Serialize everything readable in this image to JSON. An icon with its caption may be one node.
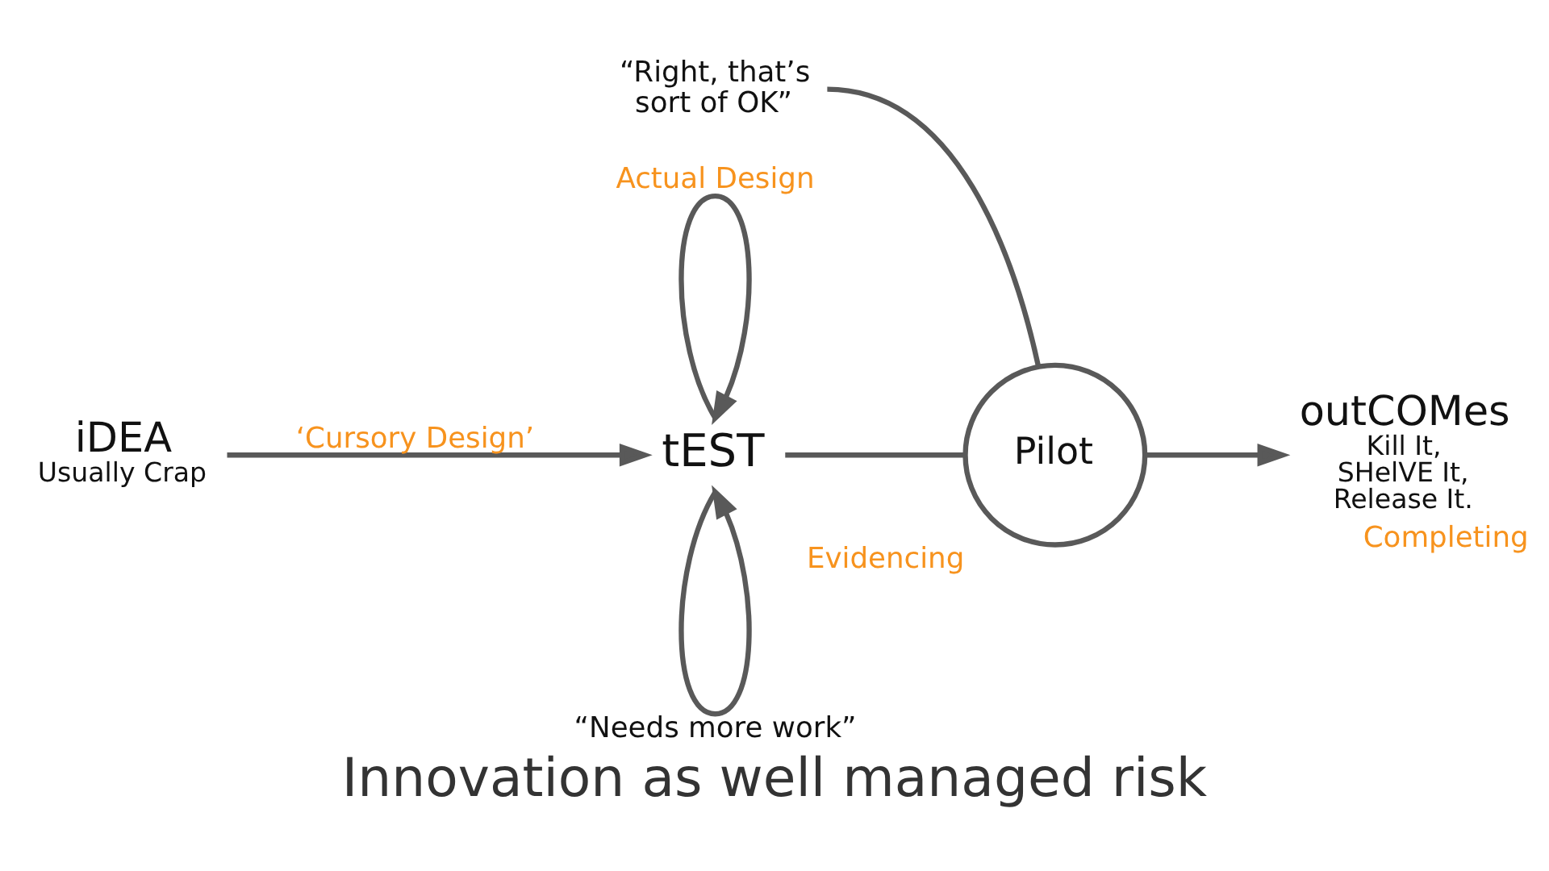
{
  "diagram": {
    "title": "Innovation as well managed risk",
    "nodes": [
      {
        "text": [
          "iDEA",
          "Usually Crap"
        ]
      },
      {
        "text": [
          "tEST"
        ]
      },
      {
        "text": [
          "“Right, that’s sort of OK”"
        ]
      },
      {
        "text": [
          "Pilot"
        ],
        "beside": [
          "Evidencing"
        ]
      },
      {
        "text": [
          "outCOMes",
          "Kill It, SHelVE It, Release It."
        ],
        "beside": [
          "Completing"
        ]
      }
    ],
    "edges": [
      {
        "from": 0,
        "to": 1,
        "arrow": "to",
        "label": "‘Cursory Design’"
      },
      {
        "from": 1,
        "to": 1,
        "arrow": "to",
        "label": "Actual Design"
      },
      {
        "from": 1,
        "to": 1,
        "arrow": "to",
        "label": "“Needs more work”"
      },
      {
        "from": 1,
        "to": 3,
        "arrow": "none"
      },
      {
        "from": 2,
        "to": 3,
        "arrow": "none"
      },
      {
        "from": 3,
        "to": 4,
        "arrow": "to"
      }
    ]
  }
}
